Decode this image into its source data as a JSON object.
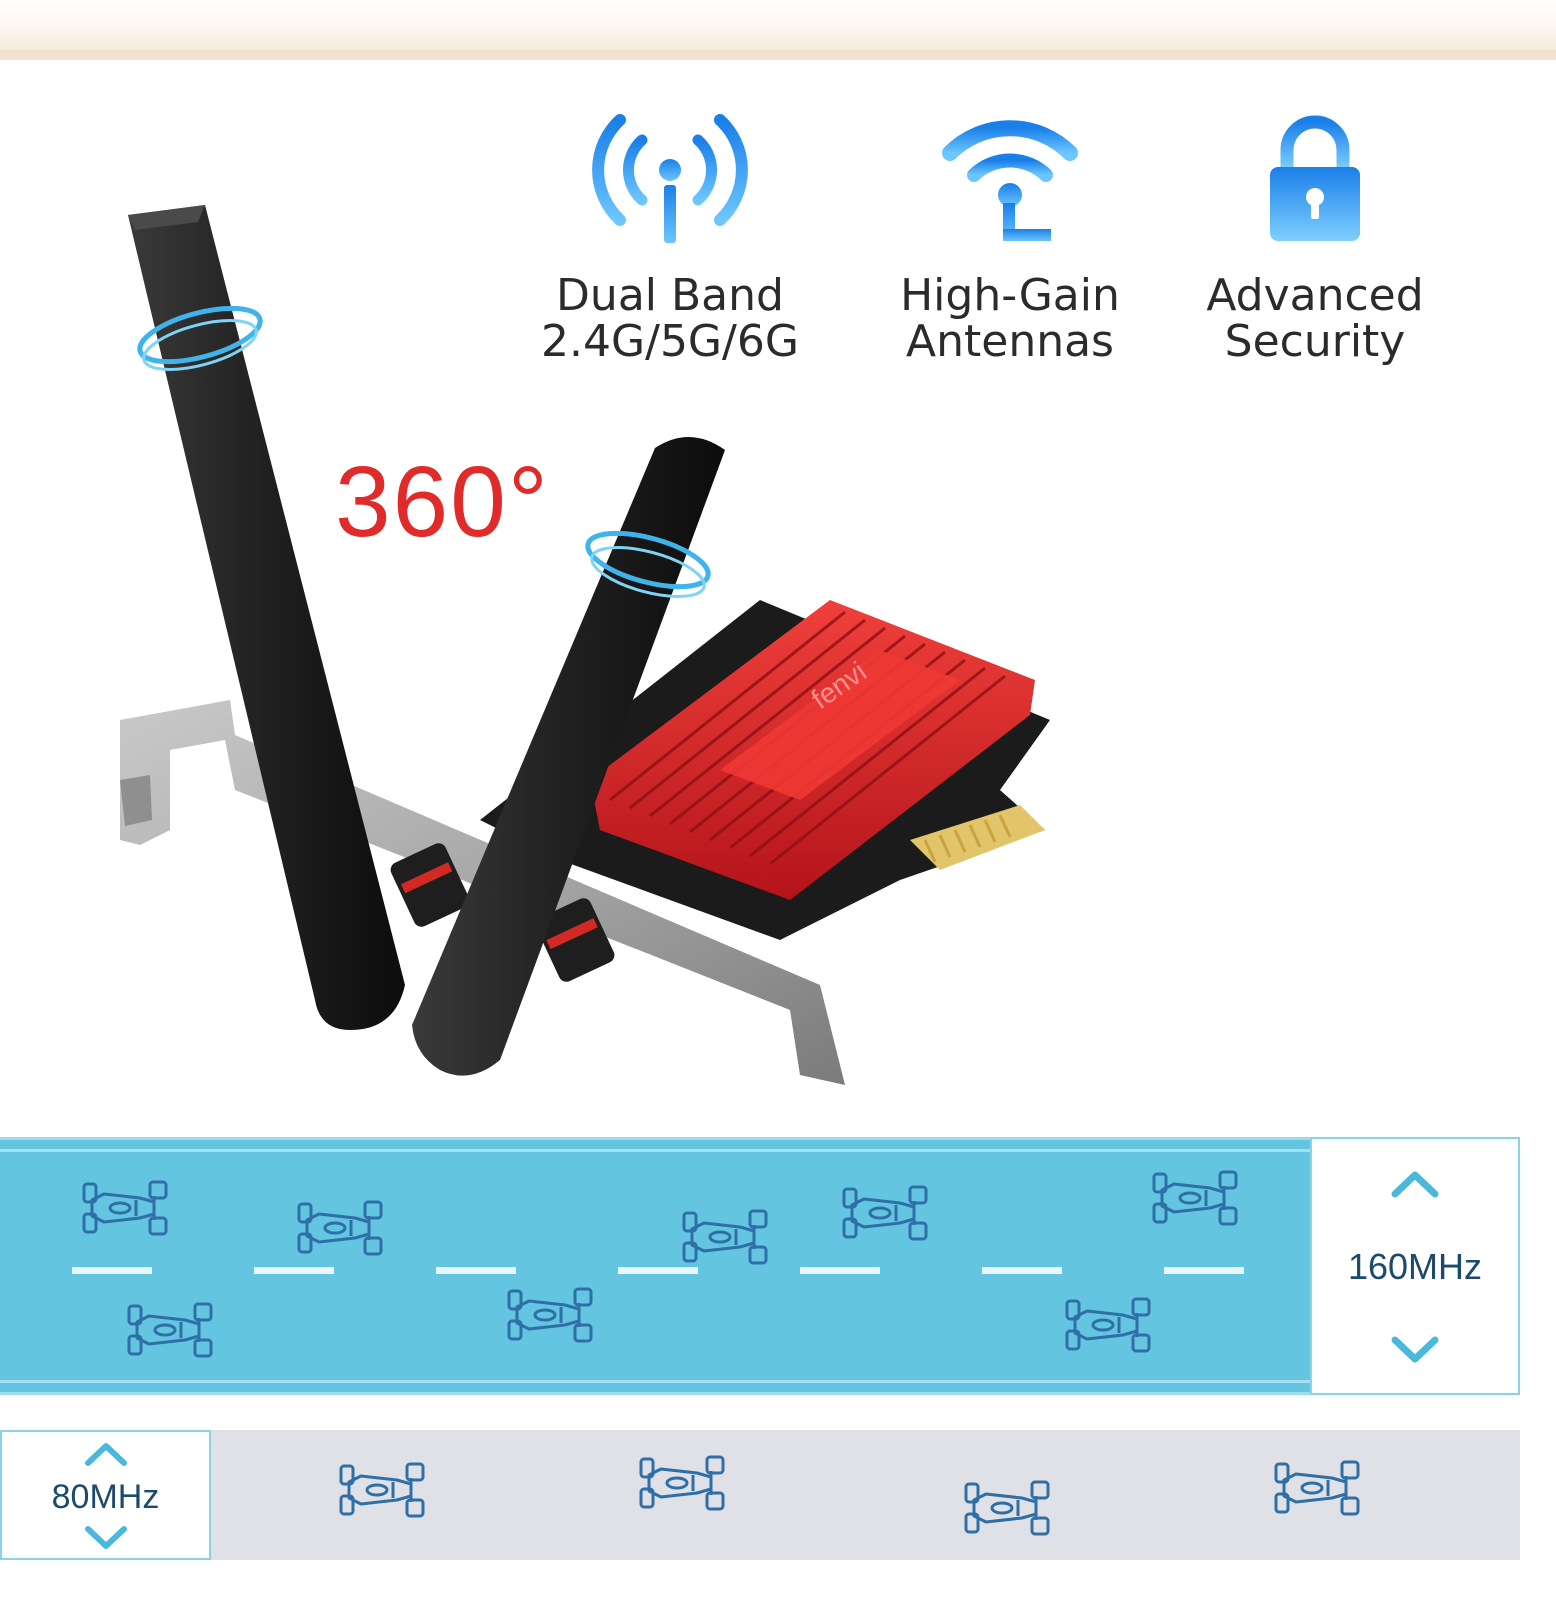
{
  "features": [
    {
      "icon": "signal-broadcast-icon",
      "line1": "Dual Band",
      "line2": "2.4G/5G/6G"
    },
    {
      "icon": "wifi-antenna-icon",
      "line1": "High-Gain",
      "line2": "Antennas"
    },
    {
      "icon": "padlock-icon",
      "line1": "Advanced",
      "line2": "Security"
    }
  ],
  "rotation_label": "360°",
  "brand_on_heatsink": "fenvi",
  "bandwidth": {
    "wide": {
      "label": "160MHz"
    },
    "narrow": {
      "label": "80MHz"
    }
  },
  "colors": {
    "icon_blue": "#1e8ff0",
    "accent_red": "#e02b2b",
    "lane_cyan": "#63c5e0",
    "lane_gray": "#dfe1e6",
    "heatsink_red": "#d81f1f"
  }
}
